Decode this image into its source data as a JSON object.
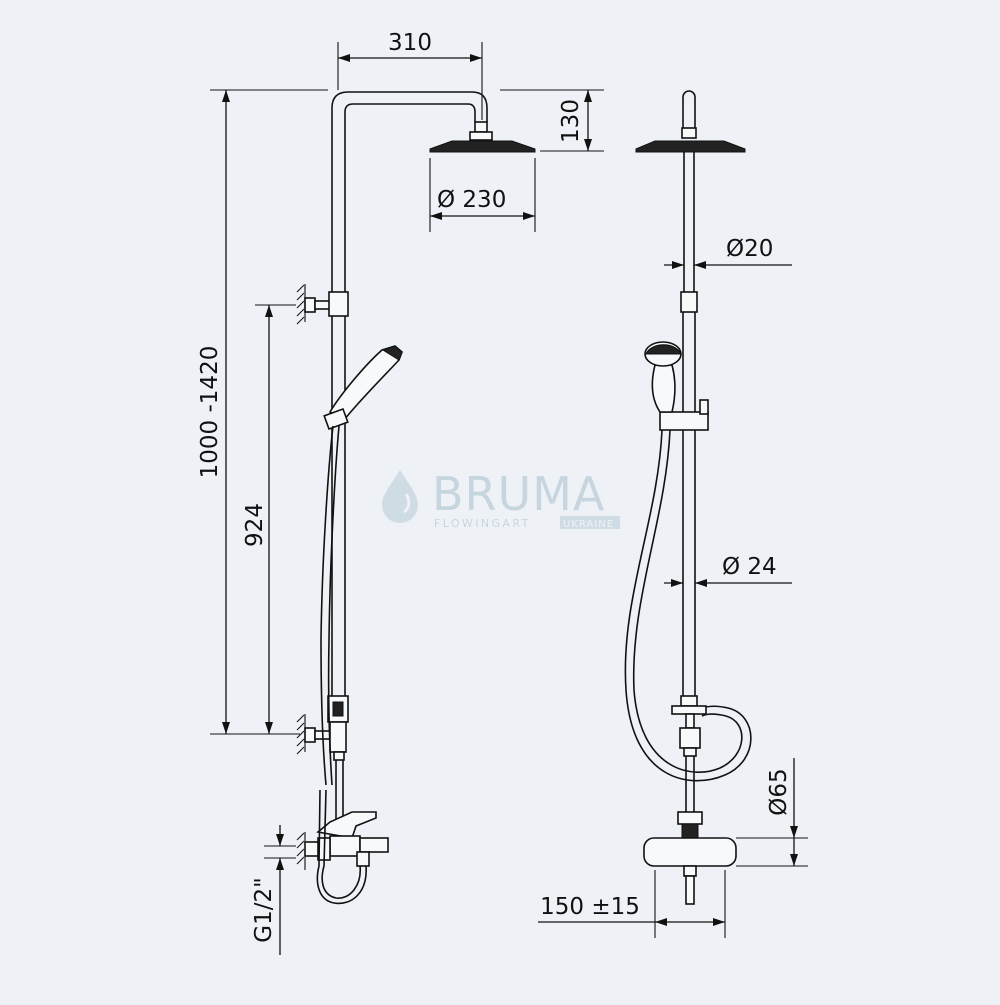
{
  "watermark": {
    "brand": "BRUMA",
    "tagline": "FLOWINGART",
    "region": "UKRAINE",
    "color": "#9fb6c4"
  },
  "dimensions": {
    "arm_length": "310",
    "head_height": "130",
    "head_diameter": "230",
    "total_height": "1000 -1420",
    "bracket_spacing": "924",
    "inlet_thread": "G1/2\"",
    "upper_tube_diameter": "20",
    "lower_tube_diameter": "24",
    "mixer_height": "65",
    "inlet_spacing": "150 ±15"
  },
  "diameter_symbol": "Ø",
  "colors": {
    "background": "#eef2f6",
    "line": "#111111"
  }
}
